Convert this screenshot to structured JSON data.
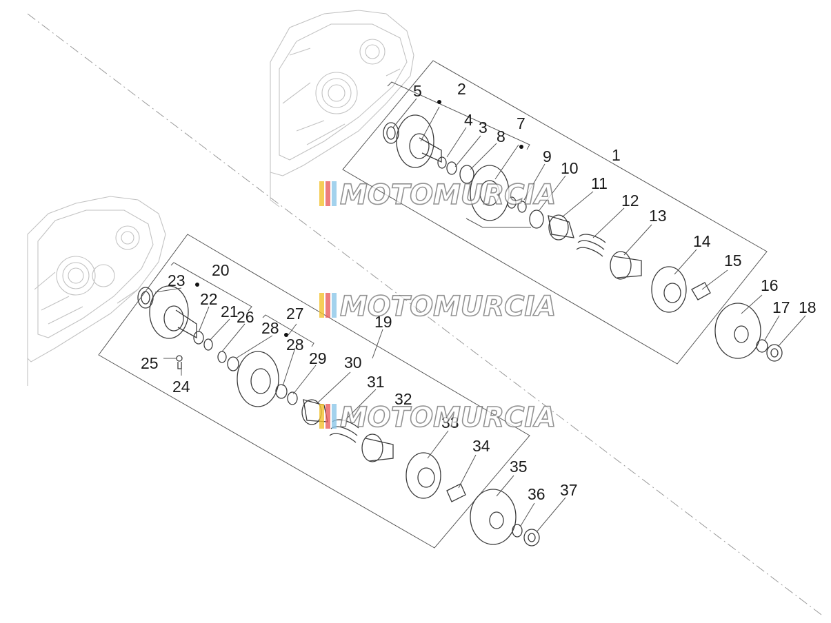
{
  "watermark": {
    "text": "MOTOMURCIA",
    "stripe_colors": [
      "#f2c230",
      "#e95c5c",
      "#8cc7e8"
    ]
  },
  "callouts": [
    {
      "id": "1",
      "label": "1"
    },
    {
      "id": "2",
      "label": "2"
    },
    {
      "id": "3",
      "label": "3"
    },
    {
      "id": "4",
      "label": "4"
    },
    {
      "id": "5",
      "label": "5"
    },
    {
      "id": "7",
      "label": "7"
    },
    {
      "id": "8",
      "label": "8"
    },
    {
      "id": "9",
      "label": "9"
    },
    {
      "id": "10",
      "label": "10"
    },
    {
      "id": "11",
      "label": "11"
    },
    {
      "id": "12",
      "label": "12"
    },
    {
      "id": "13",
      "label": "13"
    },
    {
      "id": "14",
      "label": "14"
    },
    {
      "id": "15",
      "label": "15"
    },
    {
      "id": "16",
      "label": "16"
    },
    {
      "id": "17",
      "label": "17"
    },
    {
      "id": "18",
      "label": "18"
    },
    {
      "id": "19",
      "label": "19"
    },
    {
      "id": "20",
      "label": "20"
    },
    {
      "id": "21",
      "label": "21"
    },
    {
      "id": "22",
      "label": "22"
    },
    {
      "id": "23",
      "label": "23"
    },
    {
      "id": "24",
      "label": "24"
    },
    {
      "id": "25",
      "label": "25"
    },
    {
      "id": "26",
      "label": "26"
    },
    {
      "id": "27",
      "label": "27"
    },
    {
      "id": "28a",
      "label": "28"
    },
    {
      "id": "28b",
      "label": "28"
    },
    {
      "id": "29",
      "label": "29"
    },
    {
      "id": "30",
      "label": "30"
    },
    {
      "id": "31",
      "label": "31"
    },
    {
      "id": "32",
      "label": "32"
    },
    {
      "id": "33",
      "label": "33"
    },
    {
      "id": "34",
      "label": "34"
    },
    {
      "id": "35",
      "label": "35"
    },
    {
      "id": "36",
      "label": "36"
    },
    {
      "id": "37",
      "label": "37"
    }
  ]
}
